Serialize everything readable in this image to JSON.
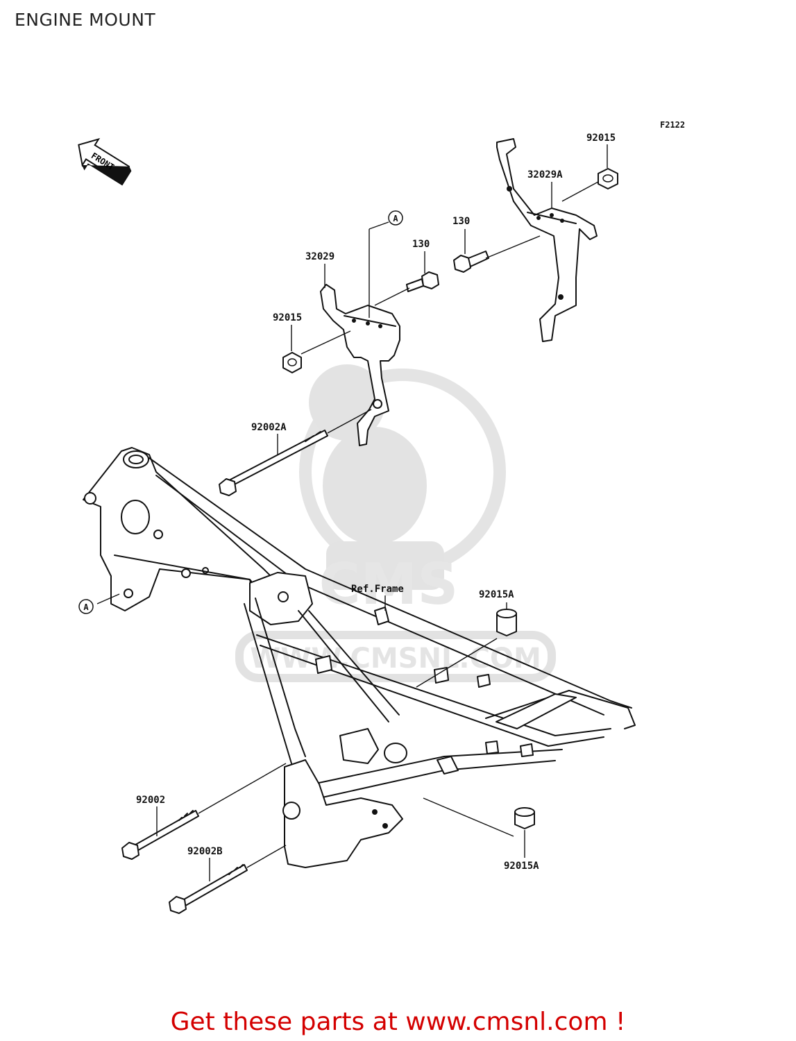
{
  "page": {
    "title": "ENGINE MOUNT",
    "footer_link": "Get these parts at www.cmsnl.com !"
  },
  "diagram": {
    "figure_code": "F2122",
    "front_indicator": "FRONT",
    "watermark_text": "WWW.CMSNL.COM",
    "watermark_logo": "CMS",
    "ref_label": "Ref.Frame",
    "callouts": {
      "a_top": "A",
      "a_left": "A"
    },
    "parts": {
      "p92015_right": "92015",
      "p32029A": "32029A",
      "p130_right": "130",
      "p130_left": "130",
      "p32029": "32029",
      "p92015_left": "92015",
      "p92002A": "92002A",
      "p92015A_mid": "92015A",
      "p92002": "92002",
      "p92002B": "92002B",
      "p92015A_bottom": "92015A"
    }
  }
}
